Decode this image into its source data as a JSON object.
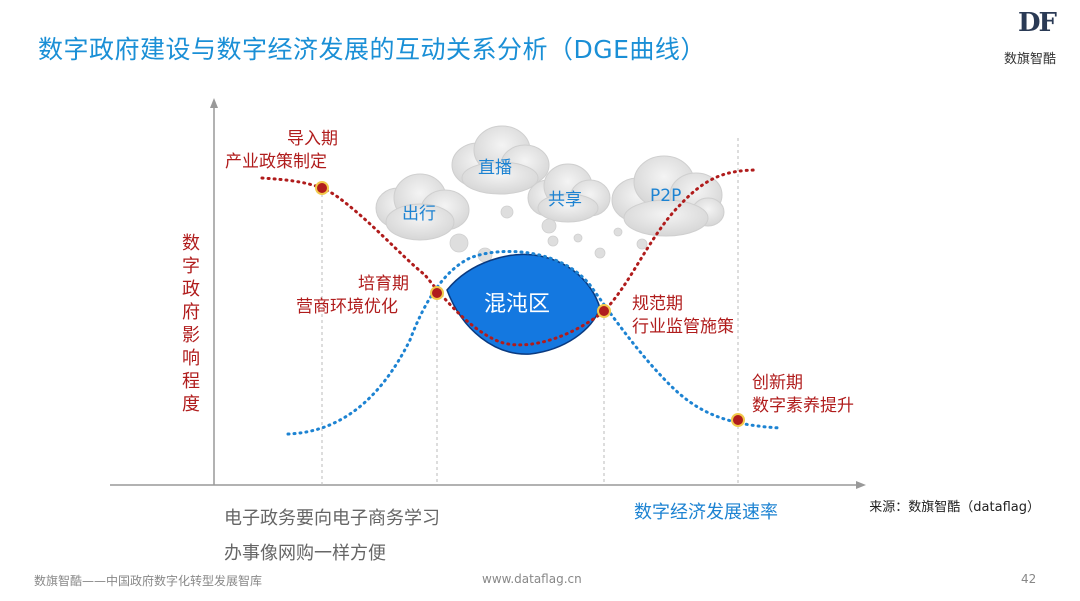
{
  "header": {
    "title": "数字政府建设与数字经济发展的互动关系分析（DGE曲线）",
    "logo_mark": "DF",
    "logo_text": "数旗智酷"
  },
  "diagram": {
    "y_axis_label": "数字政府影响程度",
    "x_axis_label": "数字经济发展速率",
    "stages": [
      {
        "name": "导入期",
        "desc": "产业政策制定"
      },
      {
        "name": "培育期",
        "desc": "营商环境优化"
      },
      {
        "name": "规范期",
        "desc": "行业监管施策"
      },
      {
        "name": "创新期",
        "desc": "数字素养提升"
      }
    ],
    "clouds": [
      "出行",
      "直播",
      "共享",
      "P2P"
    ],
    "chaos_label": "混沌区",
    "bottom_note": [
      "电子政务要向电子商务学习",
      "办事像网购一样方便"
    ],
    "colors": {
      "government_curve": "#b01c1c",
      "economy_curve": "#1d83d2",
      "chaos_fill": "#1478e0",
      "title": "#1a8fd6"
    }
  },
  "source": "来源：数旗智酷（dataflag）",
  "footer": {
    "left": "数旗智酷——中国政府数字化转型发展智库",
    "center": "www.dataflag.cn",
    "page": "42"
  }
}
